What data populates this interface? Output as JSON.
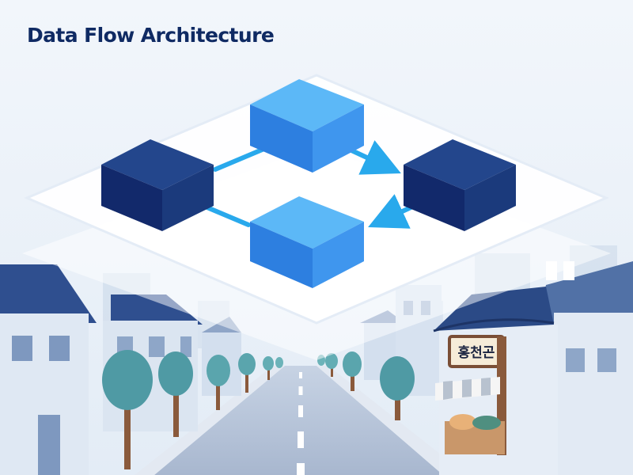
{
  "title": "Data Flow Architecture",
  "nodes": [
    {
      "id": "top",
      "color": "light-blue"
    },
    {
      "id": "left",
      "color": "navy"
    },
    {
      "id": "right",
      "color": "navy"
    },
    {
      "id": "bottom",
      "color": "light-blue"
    }
  ],
  "connections": [
    {
      "from": "left",
      "to": "top",
      "arrow": false
    },
    {
      "from": "top",
      "to": "right",
      "arrow": true
    },
    {
      "from": "left",
      "to": "bottom",
      "arrow": false
    },
    {
      "from": "right",
      "to": "bottom",
      "arrow": true
    }
  ],
  "shop_sign": "홍천곤",
  "colors": {
    "title": "#0f2a63",
    "navy_cube": "#1b3a7c",
    "blue_cube": "#3f96ee",
    "connector": "#29a9ec",
    "tree": "#4f9aa4",
    "sky": "#eef3f9"
  }
}
